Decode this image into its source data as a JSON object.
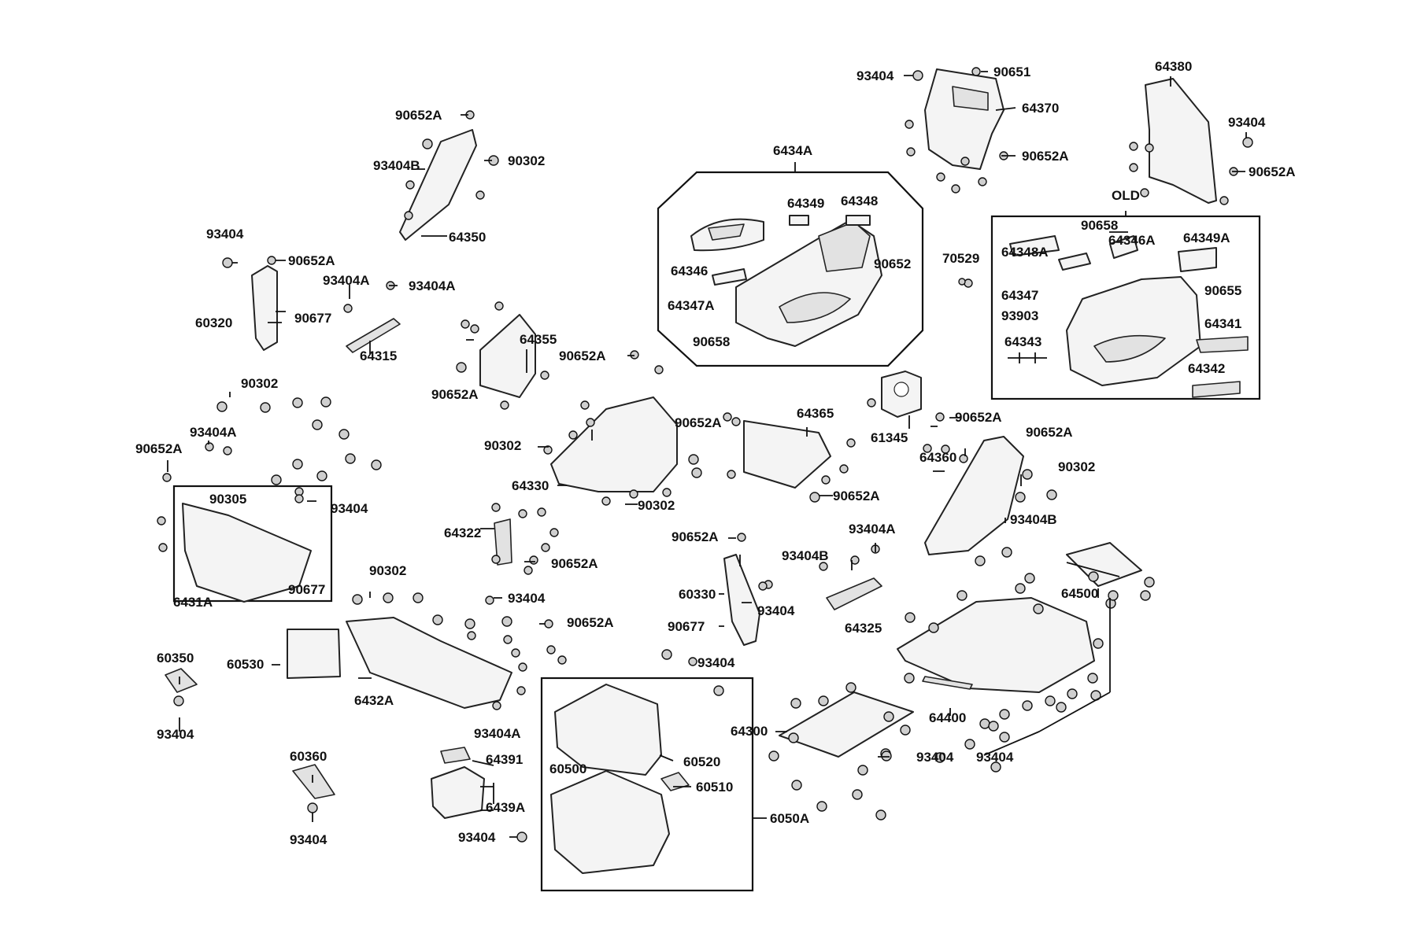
{
  "labels": {
    "l6434A": "6434A",
    "l64349": "64349",
    "l64348": "64348",
    "l64346": "64346",
    "l64347A": "64347A",
    "l90658": "90658",
    "l90652_top": "90652",
    "l93404_a": "93404",
    "l90651": "90651",
    "l64370": "64370",
    "l90652A_a": "90652A",
    "l64380": "64380",
    "l93404_b": "93404",
    "l90652A_b": "90652A",
    "lOLD": "OLD",
    "l90658_b": "90658",
    "l64348A": "64348A",
    "l64346A": "64346A",
    "l64349A": "64349A",
    "l64347": "64347",
    "l90655": "90655",
    "l93903": "93903",
    "l64341": "64341",
    "l64343": "64343",
    "l64342": "64342",
    "l70529": "70529",
    "l90652A_c": "90652A",
    "l93404B_a": "93404B",
    "l90302_a": "90302",
    "l64350": "64350",
    "l93404_c": "93404",
    "l90652A_d": "90652A",
    "l93404A_a": "93404A",
    "l93404A_b": "93404A",
    "l60320": "60320",
    "l90677_a": "90677",
    "l64315": "64315",
    "l64355": "64355",
    "l90652A_e": "90652A",
    "l90652A_f": "90652A",
    "l90302_b": "90302",
    "l93404A_c": "93404A",
    "l90652A_g": "90652A",
    "l90305": "90305",
    "l93404_d": "93404",
    "l90677_b": "90677",
    "l6431A": "6431A",
    "l90652A_h": "90652A",
    "l90302_c": "90302",
    "l64330": "64330",
    "l90302_d": "90302",
    "l64365": "64365",
    "l90652A_i": "90652A",
    "l61345": "61345",
    "l90652A_j": "90652A",
    "l90652A_k": "90652A",
    "l64360": "64360",
    "l90302_e": "90302",
    "l93404B_b": "93404B",
    "l64322": "64322",
    "l90652A_l": "90652A",
    "l90652A_m": "90652A",
    "l93404A_d": "93404A",
    "l93404B_c": "93404B",
    "l60330": "60330",
    "l93404_e": "93404",
    "l90677_c": "90677",
    "l64325": "64325",
    "l64500": "64500",
    "l90302_f": "90302",
    "l93404_f": "93404",
    "l90652A_n": "90652A",
    "l60530": "60530",
    "l6432A": "6432A",
    "l93404_g": "93404",
    "l60350": "60350",
    "l93404_h": "93404",
    "l93404A_e": "93404A",
    "l64391": "64391",
    "l6439A": "6439A",
    "l93404_i": "93404",
    "l60360": "60360",
    "l93404_j": "93404",
    "l60520": "60520",
    "l60500": "60500",
    "l60510": "60510",
    "l6050A": "6050A",
    "l64300": "64300",
    "l93404_k": "93404",
    "l64400": "64400",
    "l93404_l": "93404"
  },
  "colors": {
    "ink": "#111111",
    "part_fill": "#f4f4f4",
    "shade": "#e2e2e2",
    "background": "#ffffff"
  }
}
